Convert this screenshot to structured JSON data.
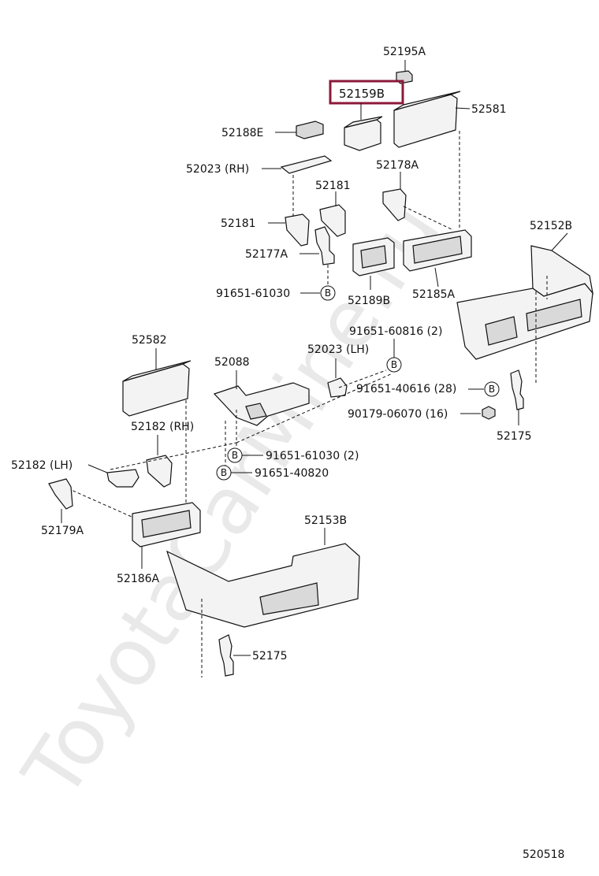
{
  "watermark": "ToyotaCarMine.ru",
  "figure_code": "520518",
  "highlight_color": "#8b1a3a",
  "bolt_marker": "B",
  "labels": {
    "p52195A": "52195A",
    "p52159B": "52159B",
    "p52581": "52581",
    "p52188E": "52188E",
    "p52023RH": "52023 (RH)",
    "p52178A": "52178A",
    "p52181a": "52181",
    "p52181b": "52181",
    "p52177A": "52177A",
    "p52152B": "52152B",
    "p91651_61030a": "91651-61030",
    "p52189B": "52189B",
    "p52185A": "52185A",
    "p91651_60816": "91651-60816 (2)",
    "p52582": "52582",
    "p52088": "52088",
    "p52023LH": "52023 (LH)",
    "p91651_40616": "91651-40616 (28)",
    "p90179_06070": "90179-06070 (16)",
    "p52182RH": "52182 (RH)",
    "p52175a": "52175",
    "p52182LH": "52182 (LH)",
    "p91651_61030b": "91651-61030 (2)",
    "p91651_40820": "91651-40820",
    "p52179A": "52179A",
    "p52153B": "52153B",
    "p52186A": "52186A",
    "p52175b": "52175"
  }
}
